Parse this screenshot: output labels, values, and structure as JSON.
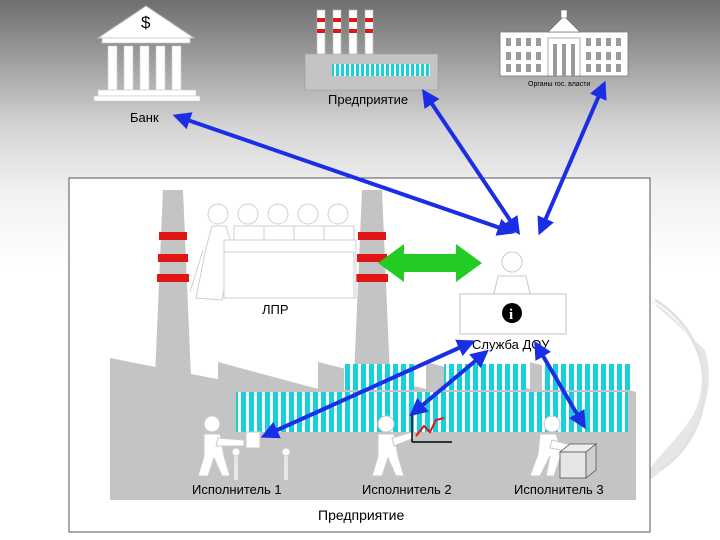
{
  "labels": {
    "bank": "Банк",
    "bank_symbol": "$",
    "enterprise_top": "Предприятие",
    "government": "Органы гос. власти",
    "decision_maker": "ЛПР",
    "service": "Служба ДОУ",
    "info_symbol": "i",
    "executor_1": "Исполнитель 1",
    "executor_2": "Исполнитель 2",
    "executor_3": "Исполнитель 3",
    "enterprise_bottom": "Предприятие"
  },
  "colors": {
    "arrow_blue": "#1a2ee6",
    "arrow_green": "#22cc22",
    "chimney_red": "#e01515",
    "window_cyan": "#17d1d9",
    "factory_grey": "#c4c4c4",
    "chart_red": "#e01515"
  }
}
